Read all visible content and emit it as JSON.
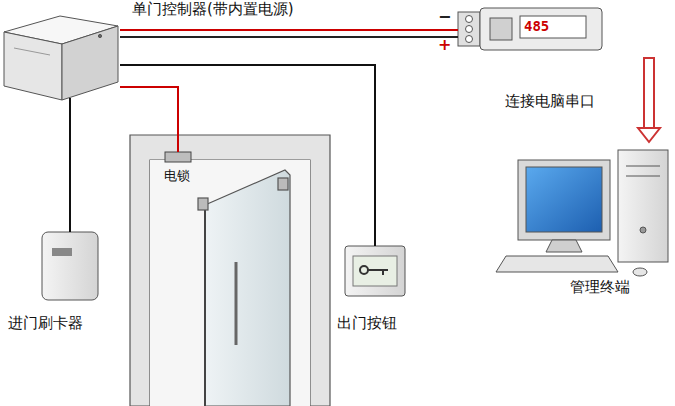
{
  "diagram": {
    "nodes": [
      {
        "text": [
          "单门控制器(带内置电源)"
        ]
      },
      {
        "text": [
          "485"
        ]
      },
      {
        "text": [
          "管理终端"
        ]
      },
      {
        "text": [
          "电锁"
        ]
      },
      {
        "text": [
          "进门刷卡器"
        ]
      },
      {
        "text": [
          "出门按钮"
        ]
      }
    ],
    "edges": [
      {
        "from": 0,
        "to": 1,
        "arrow": "none"
      },
      {
        "from": 1,
        "to": 2,
        "label": "连接电脑串口",
        "arrow": "to"
      },
      {
        "from": 0,
        "to": 3,
        "arrow": "none"
      },
      {
        "from": 0,
        "to": 4,
        "arrow": "none"
      },
      {
        "from": 0,
        "to": 5,
        "arrow": "none"
      }
    ],
    "labels": [
      "−",
      "+"
    ]
  }
}
